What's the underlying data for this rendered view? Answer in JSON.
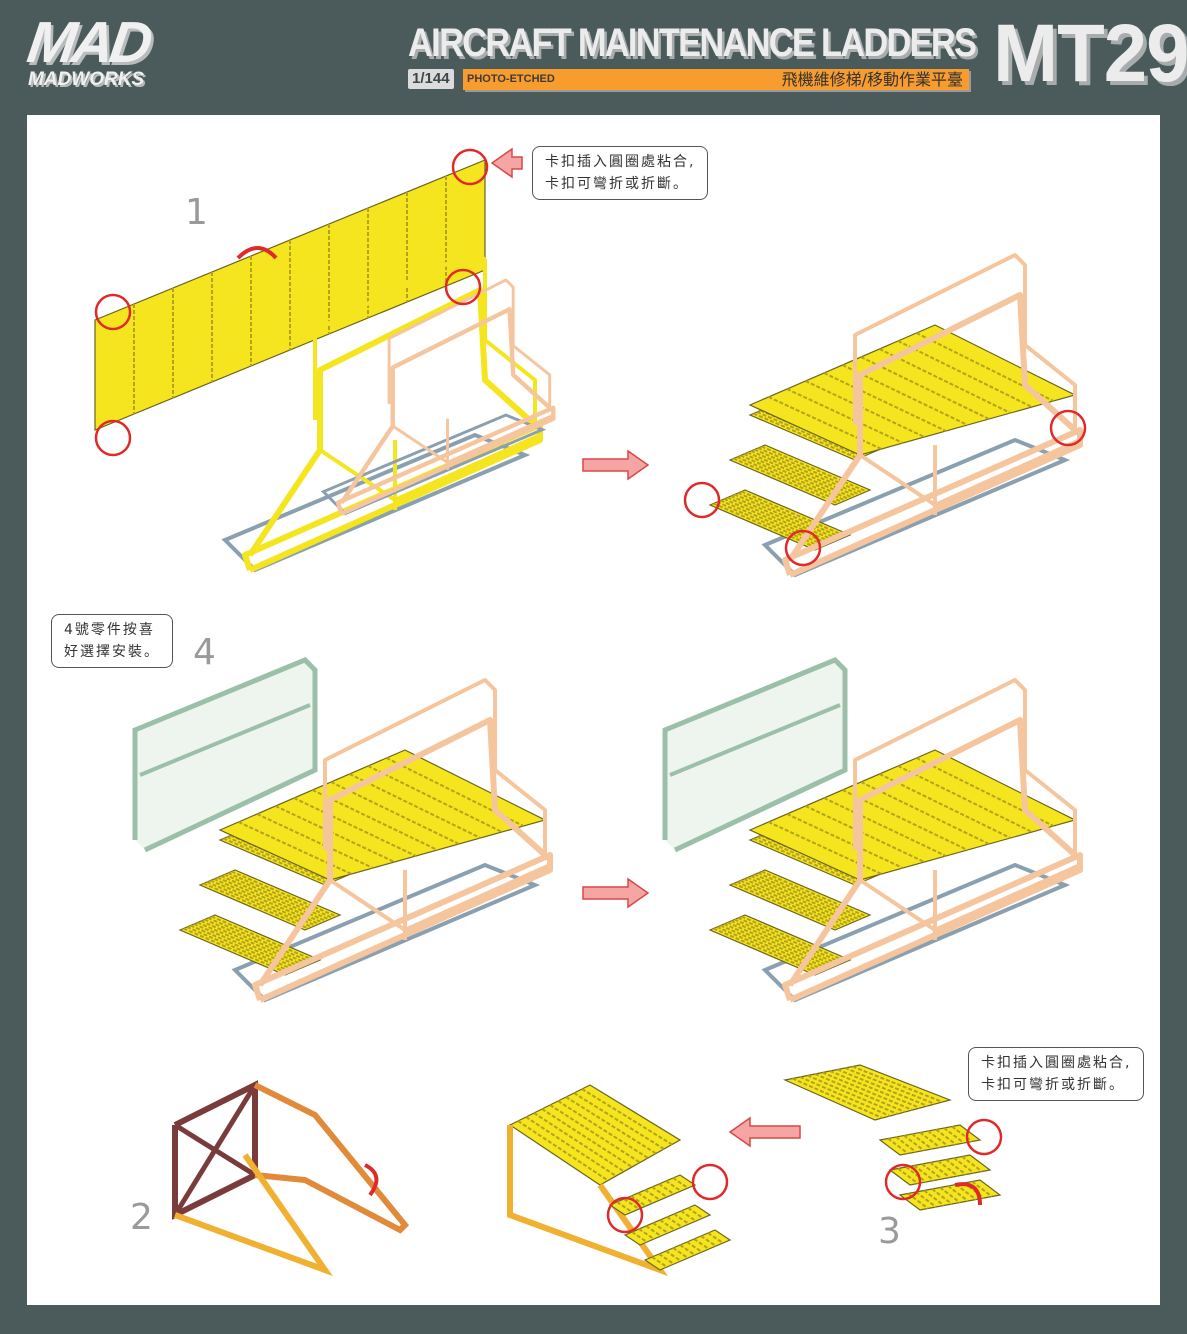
{
  "header": {
    "logo": "MAD",
    "logo_sub": "MADWORKS",
    "title": "AIRCRAFT MAINTENANCE LADDERS",
    "scale": "1/144",
    "type": "PHOTO-ETCHED",
    "subtitle_zh": "飛機維修梯/移動作業平臺",
    "code": "MT29"
  },
  "steps": {
    "s1": "1",
    "s2": "2",
    "s3": "3",
    "s4": "4"
  },
  "callouts": {
    "clip_top": "卡扣插入圓圈處粘合,\n卡扣可彎折或折斷。",
    "part4": "4號零件按喜\n好選擇安裝。",
    "clip_bottom": "卡扣插入圓圈處粘合,\n卡扣可彎折或折斷。"
  },
  "colors": {
    "bg": "#4b5b5b",
    "accent": "#f89c2e",
    "yellow": "#f5e51e",
    "frame": "#f5c59e",
    "marker": "#e02a2a"
  }
}
